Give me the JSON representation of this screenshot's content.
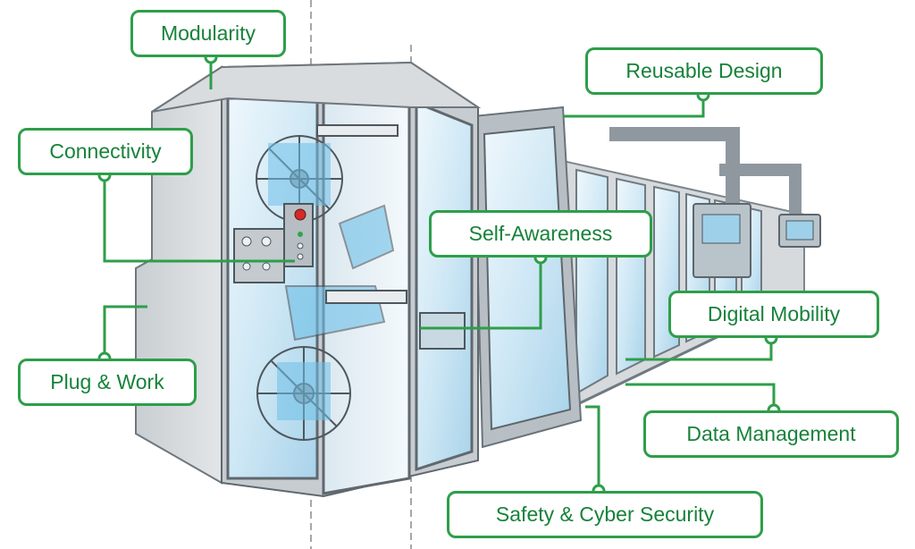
{
  "colors": {
    "accent": "#2e9e4a",
    "label_text": "#17823a",
    "machine_frame": "#9aa3aa",
    "glass": "#cfe8f5",
    "conveyor_blue": "#6ec0e8"
  },
  "callouts": {
    "modularity": "Modularity",
    "connectivity": "Connectivity",
    "plug_and_work": "Plug & Work",
    "reusable_design": "Reusable Design",
    "self_awareness": "Self-Awareness",
    "digital_mobility": "Digital Mobility",
    "data_management": "Data Management",
    "safety_cyber_security": "Safety & Cyber Security"
  },
  "icons": {
    "connector_node": "circle-node-icon"
  }
}
